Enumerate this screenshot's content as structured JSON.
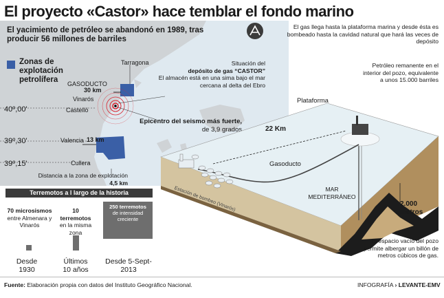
{
  "title": "El proyecto «Castor» hace temblar el fondo marino",
  "subtitle": "El yacimiento de petróleo se abandonó en 1989, tras producir 56 millones de barriles",
  "legend": {
    "label": "Zonas de explotación petrolífera",
    "color": "#3a5fa6"
  },
  "map": {
    "places": {
      "tarragona": "Tarragona",
      "vinaros": "Vinarós",
      "castello": "Castelló",
      "valencia": "Valencia",
      "cullera": "Cullera"
    },
    "gasoducto_label": "GASODUCTO",
    "dist_30": "30 km",
    "dist_13": "13 km",
    "coords": {
      "c1": "40º,00'",
      "c2": "39º,30'",
      "c3": "39º,15'"
    },
    "deposit_note": {
      "pre": "Situación del",
      "bold": "depósito de gas “CASTOR”",
      "rest": "El almacén está en una sima bajo el mar cercana al delta del Ebro"
    },
    "epicenter": {
      "bold": "Epicentro del seismo más fuerte,",
      "rest": "de 3,9 grados"
    },
    "distance_note": {
      "text": "Distancia a la zona de explotación",
      "value": "4,5 km"
    },
    "colors": {
      "land": "#cfd3d6",
      "sea": "#dfe9f0",
      "zones": "#3a5fa6",
      "rings": "#d9232e"
    }
  },
  "history": {
    "header": "Terremotos a l largo de la historia",
    "items": [
      {
        "count": "70 microsismos",
        "desc": "entre Almenara y Vinarós",
        "period": "Desde 1930"
      },
      {
        "count": "10 terremotos",
        "desc": "en la misma zona",
        "period": "Últimos 10 años"
      },
      {
        "count": "250 terremotos",
        "desc": "de intensidad creciente",
        "period": "Desde 5-Sept-2013"
      }
    ]
  },
  "diagram": {
    "gas_note": "El gas llega hasta la plataforma marina y desde ésta es bombeado hasta la cavidad natural que hará las veces de depósito",
    "oil_note": "Petróleo remanente en el interior del pozo, equivalente a unos 15.000 barriles",
    "plataforma": "Plataforma",
    "distance": "22 Km",
    "gasoducto": "Gasoducto",
    "estacion": "Estación de bombeo (Vinarós)",
    "sea": "MAR MEDITERRÁNEO",
    "depth": "2.000 metros",
    "empty_note": "El espacio vacío del pozo permite albergar un billón de metros cúbicos de gas.",
    "colors": {
      "soil": "#c8ab7c",
      "oil": "#1c1c1c",
      "sea_top": "#e6f0f4",
      "wall": "#b08f5e"
    }
  },
  "footer": {
    "source_label": "Fuente:",
    "source_text": "Elaboración propia con datos del Instituto Geográfico Nacional.",
    "credit_pre": "INFOGRAFÍA",
    "credit_brand": "LEVANTE-EMV"
  }
}
